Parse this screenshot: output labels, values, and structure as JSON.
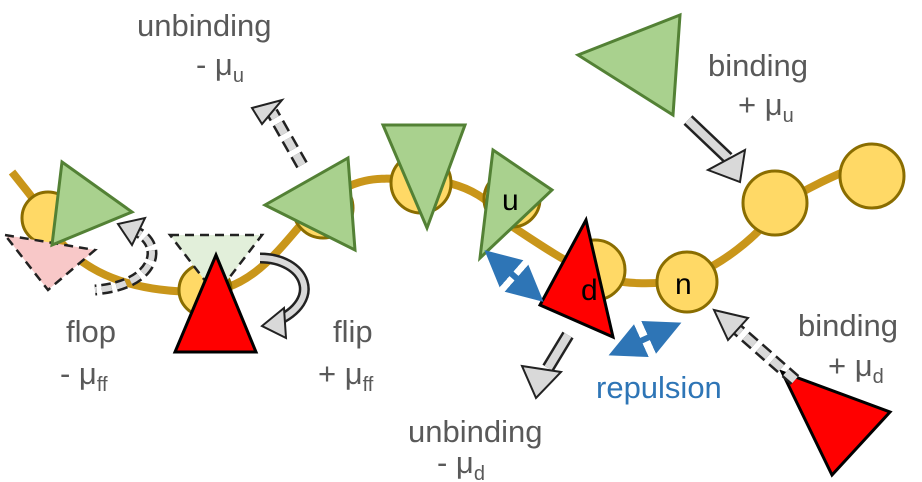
{
  "colors": {
    "chain": "#c9961a",
    "bead_fill": "#ffd966",
    "bead_stroke": "#8a6d00",
    "green_fill": "#a9d18e",
    "green_stroke": "#538135",
    "red_fill": "#ff0000",
    "pink_fill": "#f8c8c8",
    "pale_green_fill": "#e2efda",
    "arrow_fill": "#d0d0d0",
    "repulsion_blue": "#2e75b6",
    "label_gray": "#595959"
  },
  "labels": {
    "unbinding_u_word": "unbinding",
    "unbinding_u_mu": "- μ",
    "unbinding_u_sub": "u",
    "binding_u_word": "binding",
    "binding_u_mu": "+ μ",
    "binding_u_sub": "u",
    "flop_word": "flop",
    "flop_mu": "- μ",
    "flop_sub": "ff",
    "flip_word": "flip",
    "flip_mu": "+ μ",
    "flip_sub": "ff",
    "unbinding_d_word": "unbinding",
    "unbinding_d_mu": "- μ",
    "unbinding_d_sub": "d",
    "binding_d_word": "binding",
    "binding_d_mu": "+ μ",
    "binding_d_sub": "d",
    "repulsion": "repulsion"
  },
  "beads": {
    "u": "u",
    "d": "d",
    "n": "n"
  }
}
